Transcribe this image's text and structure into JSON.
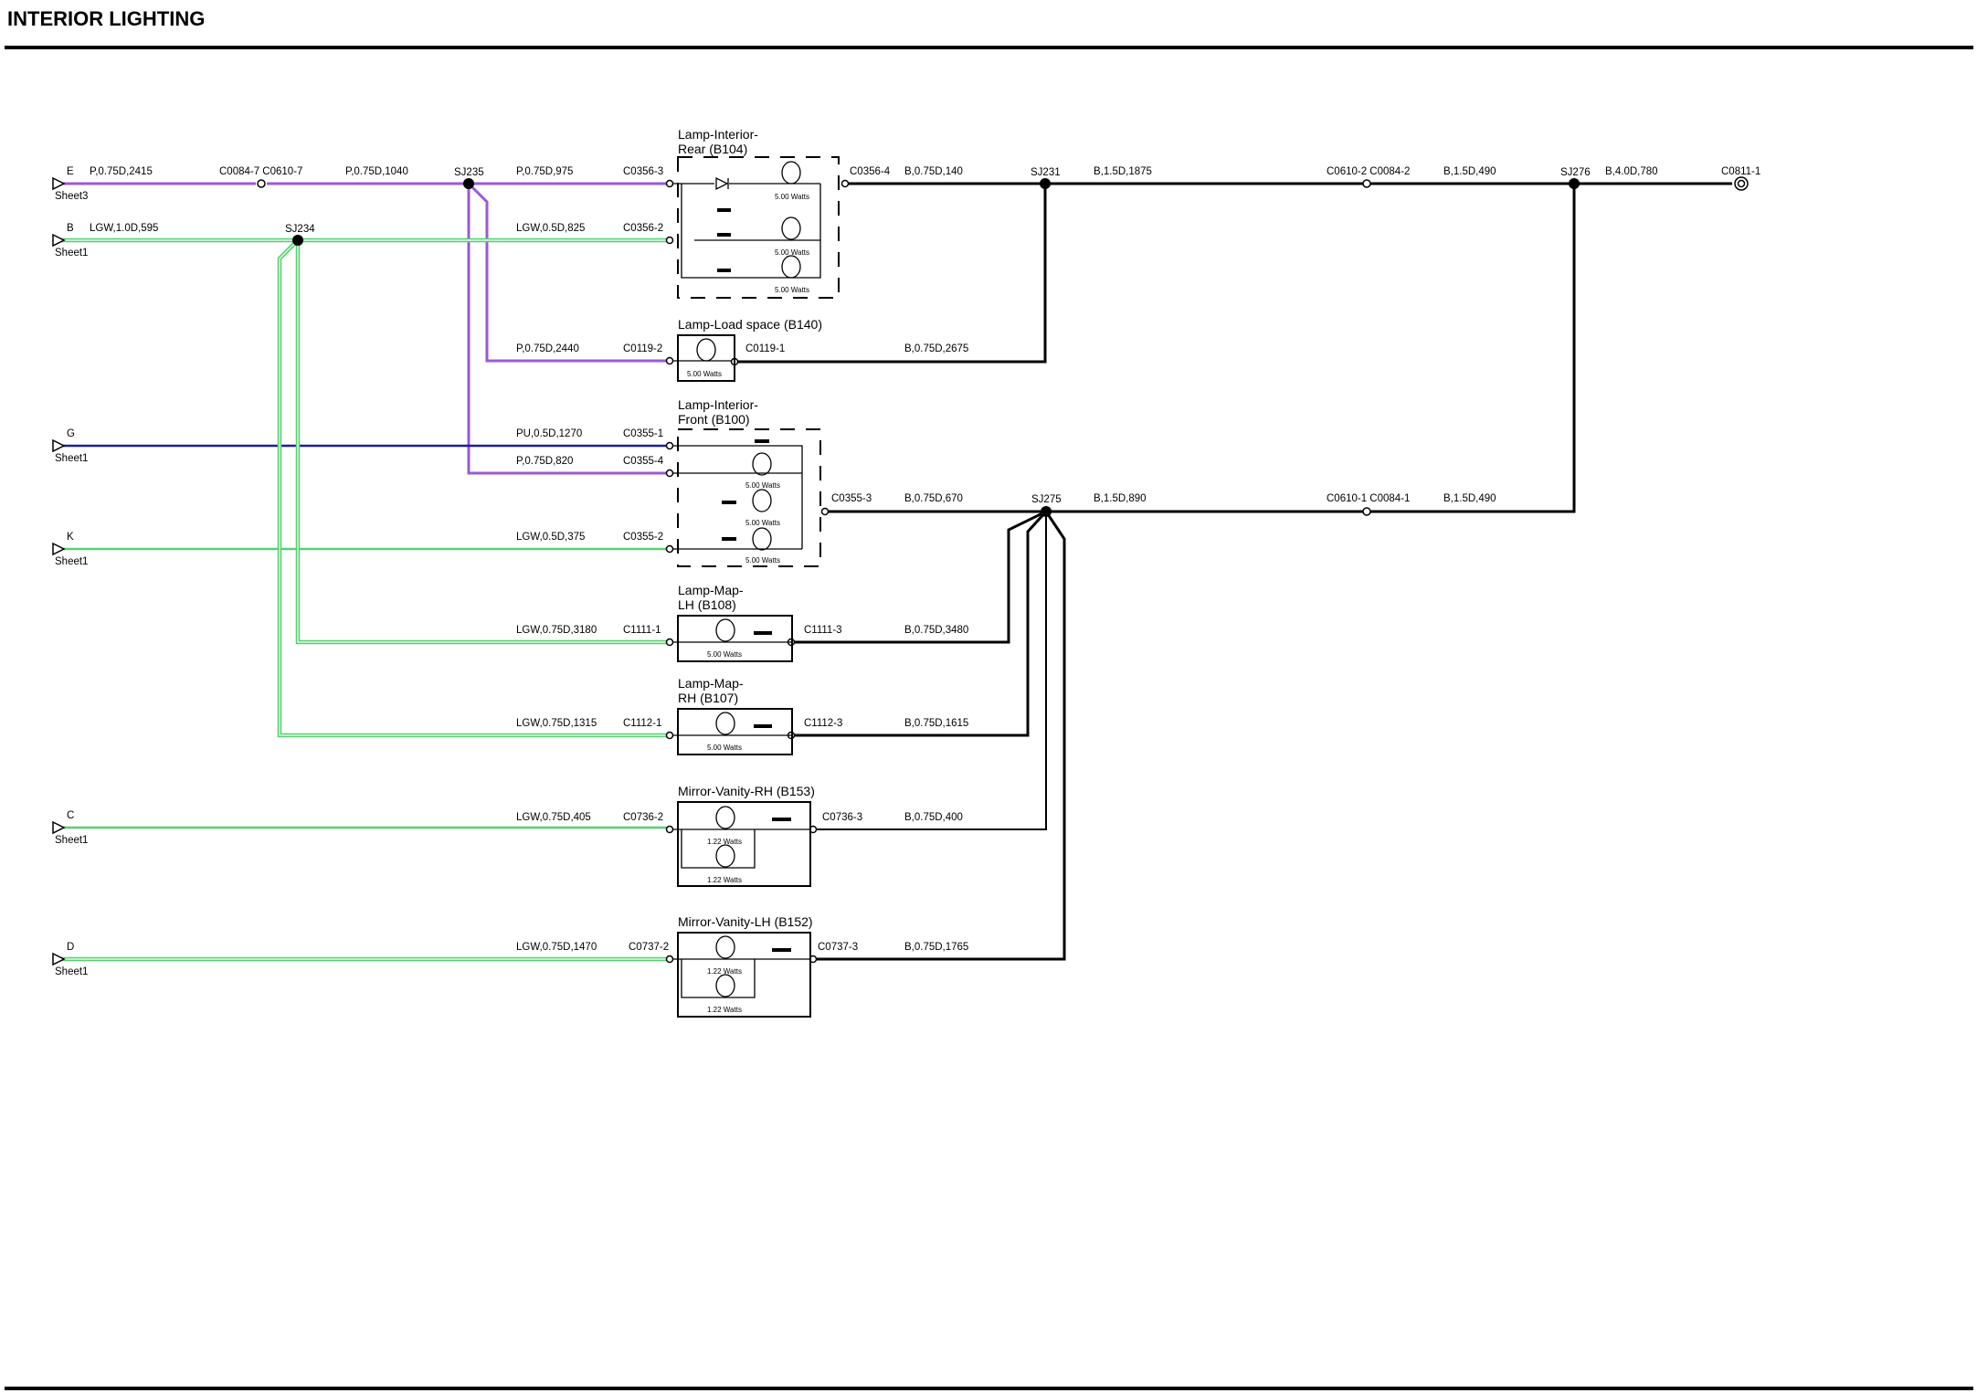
{
  "title": "INTERIOR LIGHTING",
  "colors": {
    "purple": "#9b59d6",
    "green": "#57d070",
    "blue": "#1c1c9e",
    "black": "#000000"
  },
  "off_page": [
    {
      "letter": "E",
      "sheet": "Sheet3",
      "color": "purple"
    },
    {
      "letter": "B",
      "sheet": "Sheet1",
      "color": "green"
    },
    {
      "letter": "G",
      "sheet": "Sheet1",
      "color": "blue"
    },
    {
      "letter": "K",
      "sheet": "Sheet1",
      "color": "green"
    },
    {
      "letter": "C",
      "sheet": "Sheet1",
      "color": "green"
    },
    {
      "letter": "D",
      "sheet": "Sheet1",
      "color": "green"
    }
  ],
  "splices": [
    "SJ235",
    "SJ234",
    "SJ231",
    "SJ275",
    "SJ276"
  ],
  "components": [
    {
      "name": "Lamp-Interior-\nRear (B104)",
      "id": "B104",
      "watts": [
        "5.00 Watts",
        "5.00 Watts",
        "5.00 Watts"
      ]
    },
    {
      "name": "Lamp-Load space (B140)",
      "id": "B140",
      "watts": [
        "5.00 Watts"
      ]
    },
    {
      "name": "Lamp-Interior-\nFront (B100)",
      "id": "B100",
      "watts": [
        "5.00 Watts",
        "5.00 Watts",
        "5.00 Watts"
      ]
    },
    {
      "name": "Lamp-Map-\nLH (B108)",
      "id": "B108",
      "watts": [
        "5.00 Watts"
      ]
    },
    {
      "name": "Lamp-Map-\nRH (B107)",
      "id": "B107",
      "watts": [
        "5.00 Watts"
      ]
    },
    {
      "name": "Mirror-Vanity-RH (B153)",
      "id": "B153",
      "watts": [
        "1.22 Watts",
        "1.22 Watts"
      ]
    },
    {
      "name": "Mirror-Vanity-LH (B152)",
      "id": "B152",
      "watts": [
        "1.22 Watts",
        "1.22 Watts"
      ]
    }
  ],
  "connectors": [
    "C0084-7 C0610-7",
    "C0356-3",
    "C0356-2",
    "C0356-4",
    "C0119-2",
    "C0119-1",
    "C0355-1",
    "C0355-4",
    "C0355-2",
    "C0355-3",
    "C1111-1",
    "C1111-3",
    "C1112-1",
    "C1112-3",
    "C0736-2",
    "C0736-3",
    "C0737-2",
    "C0737-3",
    "C0610-2 C0084-2",
    "C0610-1 C0084-1",
    "C0811-1"
  ],
  "wires": [
    "P,0.75D,2415",
    "P,0.75D,1040",
    "P,0.75D,975",
    "B,0.75D,140",
    "B,1.5D,1875",
    "B,1.5D,490",
    "B,4.0D,780",
    "LGW,1.0D,595",
    "LGW,0.5D,825",
    "P,0.75D,2440",
    "B,0.75D,2675",
    "PU,0.5D,1270",
    "P,0.75D,820",
    "LGW,0.5D,375",
    "B,0.75D,670",
    "B,1.5D,890",
    "B,1.5D,490",
    "LGW,0.75D,3180",
    "B,0.75D,3480",
    "LGW,0.75D,1315",
    "B,0.75D,1615",
    "LGW,0.75D,405",
    "B,0.75D,400",
    "LGW,0.75D,1470",
    "B,0.75D,1765"
  ]
}
